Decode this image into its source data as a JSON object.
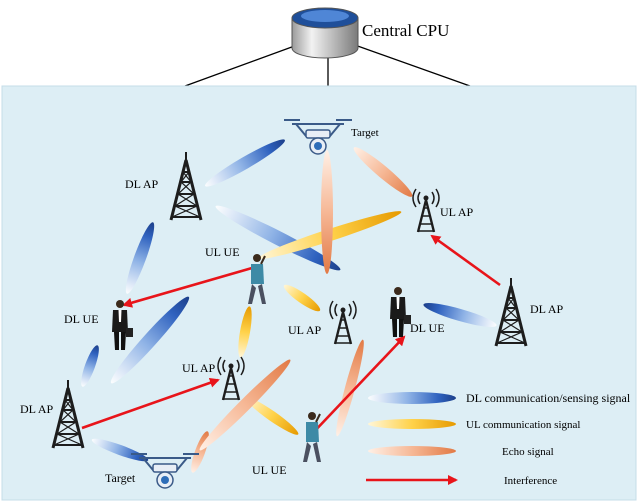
{
  "title": "Central CPU",
  "labels": {
    "target_top": "Target",
    "target_bottom": "Target",
    "dl_ap_top_left": "DL AP",
    "dl_ap_right": "DL AP",
    "dl_ap_bottom_left": "DL AP",
    "ul_ap_right": "UL AP",
    "ul_ap_center": "UL AP",
    "ul_ap_left": "UL AP",
    "ul_ue_top": "UL UE",
    "ul_ue_bottom": "UL UE",
    "dl_ue_left": "DL UE",
    "dl_ue_right": "DL UE"
  },
  "legend": {
    "dl_signal": "DL communication/sensing signal",
    "ul_signal": "UL communication signal",
    "echo_signal": "Echo signal",
    "interference": "Interference"
  },
  "colors": {
    "background_panel": "#ddeef5",
    "dl_signal": "#3a6fc4",
    "ul_signal": "#f4b21a",
    "echo_signal": "#f2a27a",
    "interference": "#e8141a"
  }
}
